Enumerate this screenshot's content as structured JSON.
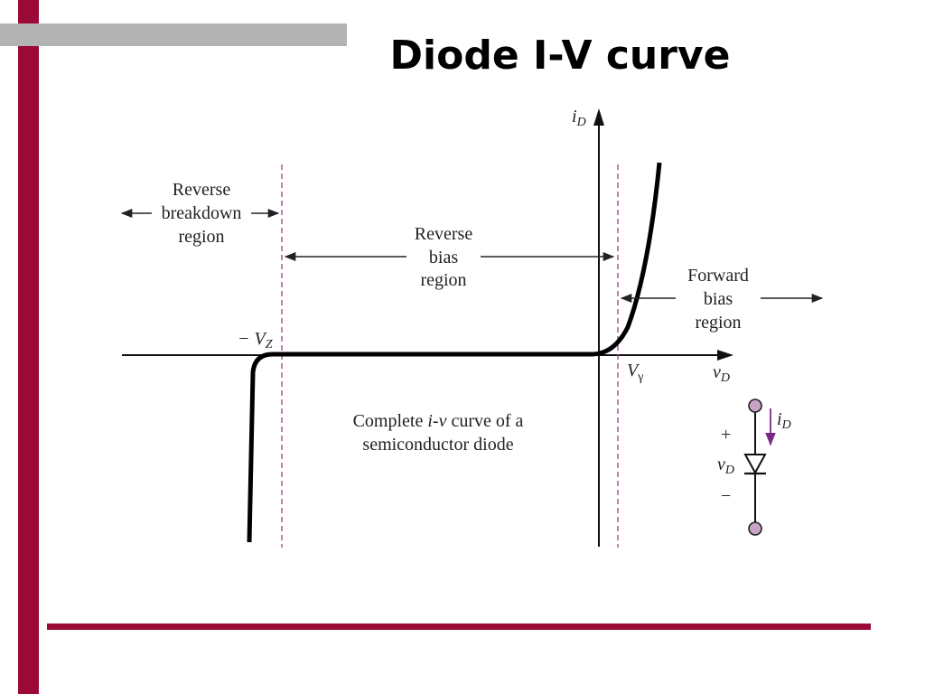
{
  "slide": {
    "title": "Diode I-V curve",
    "colors": {
      "accent": "#9b0a36",
      "gray_bar": "#b3b3b3",
      "boundary_dash": "#9a3c8a"
    }
  },
  "diagram": {
    "axis_labels": {
      "y_main": "i",
      "y_sub": "D",
      "x_main": "v",
      "x_sub": "D"
    },
    "markers": {
      "vz_prefix": "− V",
      "vz_sub": "Z",
      "vgamma_main": "V",
      "vgamma_sub": "γ"
    },
    "regions": {
      "breakdown": [
        "Reverse",
        "breakdown",
        "region"
      ],
      "reverse_bias": [
        "Reverse",
        "bias",
        "region"
      ],
      "forward_bias": [
        "Forward",
        "bias",
        "region"
      ]
    },
    "caption": {
      "line1_a": "Complete ",
      "line1_em": "i-v",
      "line1_b": " curve of a",
      "line2": "semiconductor diode"
    },
    "circuit": {
      "current_main": "i",
      "current_sub": "D",
      "plus": "+",
      "voltage_main": "v",
      "voltage_sub": "D",
      "minus": "−"
    }
  }
}
